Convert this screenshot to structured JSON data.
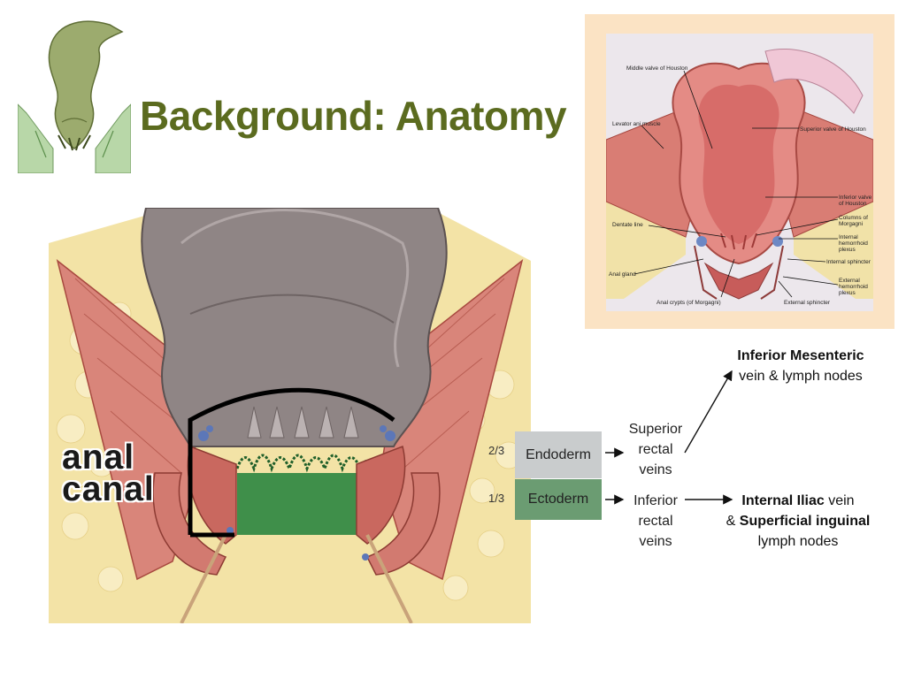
{
  "title": "Background: Anatomy",
  "main_label": {
    "line1": "anal",
    "line2": "canal"
  },
  "zones": [
    {
      "fraction": "2/3",
      "tissue": "Endoderm",
      "color": "#c9cccd",
      "veins": [
        "Superior",
        "rectal",
        "veins"
      ]
    },
    {
      "fraction": "1/3",
      "tissue": "Ectoderm",
      "color": "#6b9c72",
      "veins": [
        "Inferior",
        "rectal",
        "veins"
      ]
    }
  ],
  "destinations": {
    "superior": {
      "bold": "Inferior Mesenteric",
      "rest": "vein & lymph nodes"
    },
    "inferior": {
      "line1_bold": "Internal Iliac",
      "line1_rest": " vein",
      "line2_prefix": "& ",
      "line2_bold": "Superficial inguinal",
      "line3": "lymph nodes"
    }
  },
  "inset_labels": {
    "middle_valve": "Middle valve of Houston",
    "levator": "Levator ani muscle",
    "superior_valve": "Superior valve of Houston",
    "inferior_valve_1": "Inferior valve",
    "inferior_valve_2": "of Houston",
    "columns_1": "Columns of",
    "columns_2": "Morgagni",
    "dentate": "Dentate line",
    "internal_plexus_1": "Internal",
    "internal_plexus_2": "hemorrhoid",
    "internal_plexus_3": "plexus",
    "internal_sphincter": "Internal sphincter",
    "anal_gland": "Anal gland",
    "external_plexus_1": "External",
    "external_plexus_2": "hemorrhoid",
    "external_plexus_3": "plexus",
    "anal_crypts": "Anal crypts (of Morgagni)",
    "external_sphincter": "External sphincter"
  },
  "colors": {
    "title": "#5b6b1f",
    "inset_background": "#fbe3c4",
    "rectum_gray": "#8f8585",
    "muscle": "#d9857a",
    "fat": "#f2e2a0",
    "ectoderm_green": "#3f8f4a"
  },
  "icons": [
    "colon-thumbnail-illustration",
    "rectum-anatomy-illustration",
    "anal-canal-illustration"
  ]
}
